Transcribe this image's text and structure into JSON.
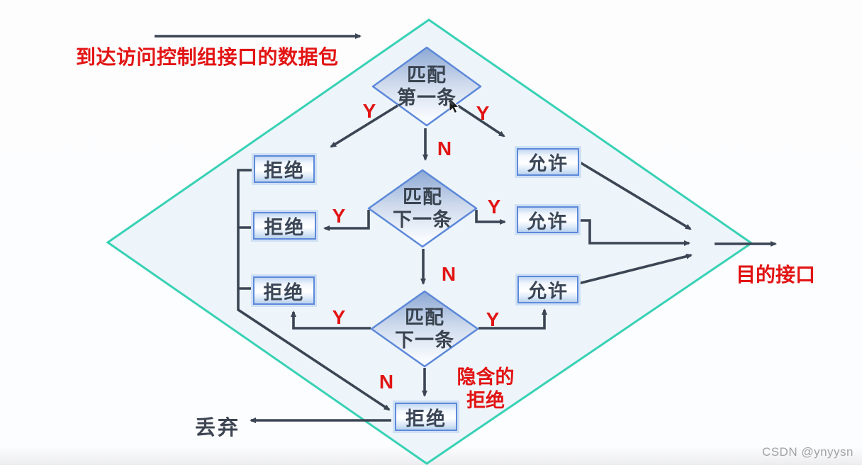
{
  "labels": {
    "incoming_packet": "到达访问控制组接口的数据包",
    "destination_port": "目的接口",
    "discard": "丢弃",
    "implicit_deny_line1": "隐含的",
    "implicit_deny_line2": "拒绝",
    "yes": "Y",
    "no": "N",
    "watermark": "CSDN @ynyysn"
  },
  "decisions": [
    {
      "line1": "匹配",
      "line2": "第一条"
    },
    {
      "line1": "匹配",
      "line2": "下一条"
    },
    {
      "line1": "匹配",
      "line2": "下一条"
    }
  ],
  "deny_boxes": {
    "d1": "拒绝",
    "d2": "拒绝",
    "d3": "拒绝",
    "final": "拒绝"
  },
  "permit_boxes": {
    "p1": "允许",
    "p2": "允许",
    "p3": "允许"
  },
  "colors": {
    "outer_diamond_stroke": "#38d1b5",
    "node_border": "#5d89da",
    "arrow": "#3b4554",
    "accent_red": "#e21414",
    "text_dark": "#3b4656"
  }
}
